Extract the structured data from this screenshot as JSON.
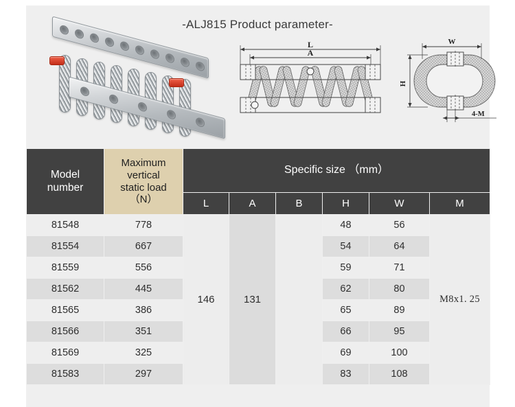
{
  "title": "-ALJ815 Product parameter-",
  "figures": {
    "photo": {
      "name": "wire-rope-isolator-photo",
      "alt": "ALJ815 wire rope isolator product photo"
    },
    "front_view": {
      "name": "front-view-drawing",
      "labels": {
        "length_outer": "L",
        "length_inner": "A"
      }
    },
    "side_view": {
      "name": "side-view-drawing",
      "labels": {
        "width": "W",
        "height": "H",
        "thread": "4-M"
      }
    }
  },
  "table": {
    "headers": {
      "model": "Model\nnumber",
      "model_line1": "Model",
      "model_line2": "number",
      "load_line1": "Maximum",
      "load_line2": "vertical",
      "load_line3": "static load",
      "load_line4": "（N）",
      "group": "Specific size （mm）",
      "sub": [
        "L",
        "A",
        "B",
        "H",
        "W",
        "M"
      ]
    },
    "merged": {
      "L": "146",
      "A": "131",
      "B": "",
      "M": "M8x1. 25"
    },
    "rows": [
      {
        "model": "81548",
        "load": "778",
        "H": "48",
        "W": "56"
      },
      {
        "model": "81554",
        "load": "667",
        "H": "54",
        "W": "64"
      },
      {
        "model": "81559",
        "load": "556",
        "H": "59",
        "W": "71"
      },
      {
        "model": "81562",
        "load": "445",
        "H": "62",
        "W": "80"
      },
      {
        "model": "81565",
        "load": "386",
        "H": "65",
        "W": "89"
      },
      {
        "model": "81566",
        "load": "351",
        "H": "66",
        "W": "95"
      },
      {
        "model": "81569",
        "load": "325",
        "H": "69",
        "W": "100"
      },
      {
        "model": "81583",
        "load": "297",
        "H": "83",
        "W": "108"
      }
    ]
  },
  "colors": {
    "header_bg": "#414141",
    "highlight_bg": "#ded0ae",
    "row_odd": "#eeeeee",
    "row_even": "#dddddd",
    "page_bg": "#efefef",
    "accent_red": "#c32e19"
  }
}
